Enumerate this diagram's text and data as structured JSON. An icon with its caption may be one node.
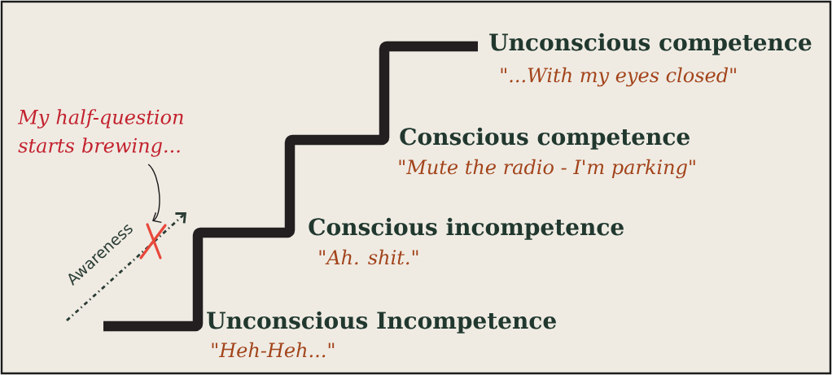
{
  "diagram": {
    "nodes": [
      {
        "text": [
          "My half-question starts brewing..."
        ]
      },
      {
        "text": [],
        "shape": "cross"
      }
    ],
    "edges": [
      {
        "from": 0,
        "to": 1,
        "arrow": "to"
      }
    ],
    "labels": [
      "Unconscious competence",
      "\"...With my eyes closed\"",
      "Conscious competence",
      "\"Mute the radio - I'm parking\"",
      "Conscious incompetence",
      "\"Ah. shit.\"",
      "Awareness",
      "Unconscious Incompetence",
      "\"Heh-Heh...\""
    ]
  }
}
